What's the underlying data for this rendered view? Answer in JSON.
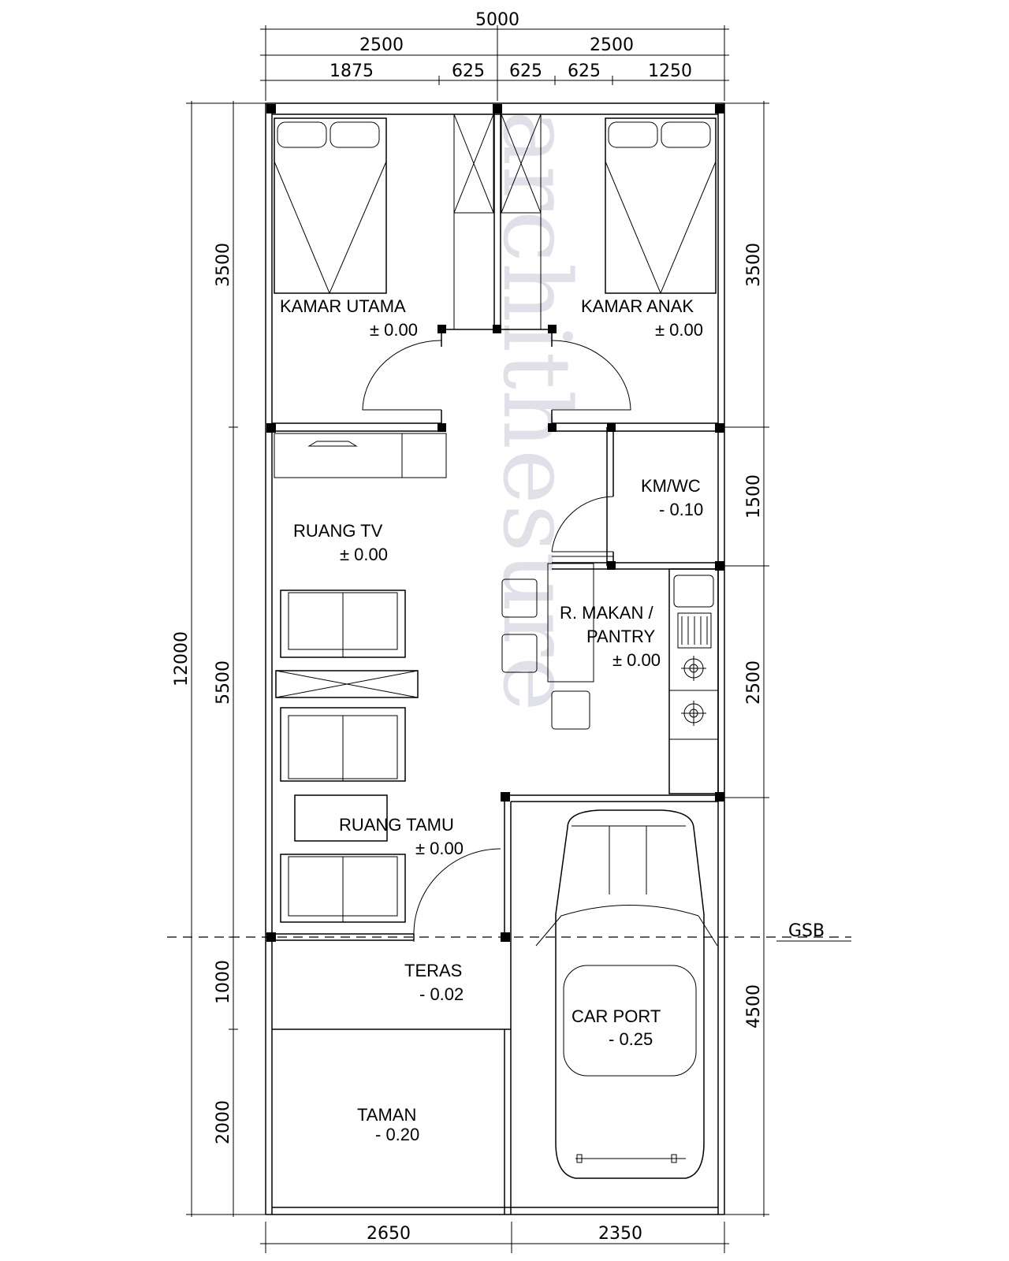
{
  "dimensions": {
    "top_total": "5000",
    "top_halves": [
      "2500",
      "2500"
    ],
    "top_segments": [
      "1875",
      "625",
      "625",
      "625",
      "1250"
    ],
    "left_total": "12000",
    "left_segments": [
      "3500",
      "5500",
      "1000",
      "2000"
    ],
    "right_segments": [
      "3500",
      "1500",
      "2500",
      "4500"
    ],
    "bottom_segments": [
      "2650",
      "2350"
    ]
  },
  "rooms": [
    {
      "name": "KAMAR UTAMA",
      "level": "± 0.00"
    },
    {
      "name": "KAMAR ANAK",
      "level": "± 0.00"
    },
    {
      "name": "KM/WC",
      "level": "- 0.10"
    },
    {
      "name": "RUANG TV",
      "level": "± 0.00"
    },
    {
      "name": "R. MAKAN /",
      "name2": "PANTRY",
      "level": "± 0.00"
    },
    {
      "name": "RUANG TAMU",
      "level": "± 0.00"
    },
    {
      "name": "TERAS",
      "level": "- 0.02"
    },
    {
      "name": "CAR PORT",
      "level": "- 0.25"
    },
    {
      "name": "TAMAN",
      "level": "- 0.20"
    }
  ],
  "gsb_label": "GSB",
  "watermark": "archithesure"
}
